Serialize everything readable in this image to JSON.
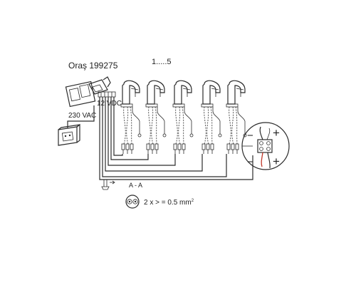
{
  "diagram": {
    "model_label": "Oraş 199275",
    "count_label": "1.....5",
    "dc_label": "12 VDC",
    "ac_label": "230 VAC",
    "section_label": "A - A",
    "cable_spec_prefix": "2 x > = 0.5 mm",
    "cable_spec_sup": "2",
    "polarity_plus": "+",
    "polarity_minus": "−",
    "faucet_count": 5,
    "colors": {
      "line": "#2b2b2b",
      "red_wire": "#c0392b",
      "background": "#ffffff"
    }
  }
}
